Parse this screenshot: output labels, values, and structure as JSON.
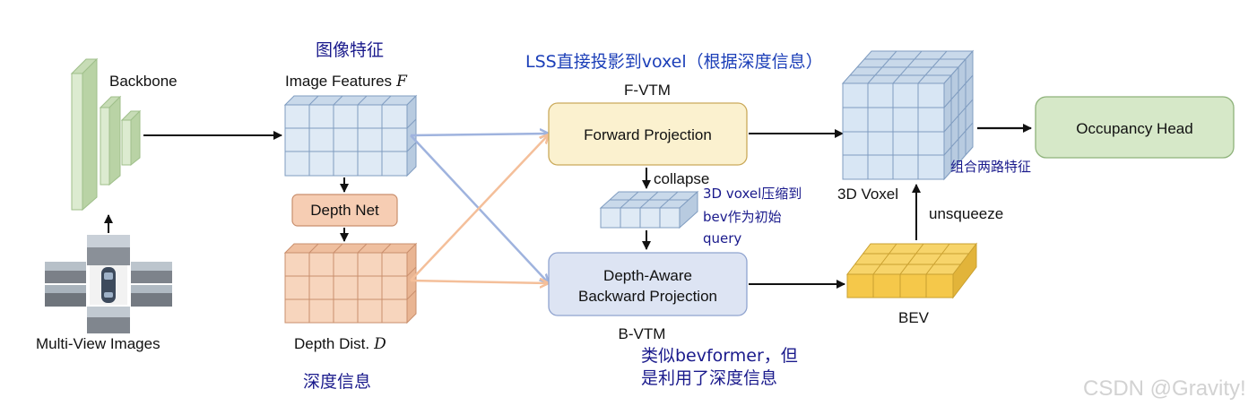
{
  "labels": {
    "backbone": "Backbone",
    "multi_view_images": "Multi-View Images",
    "image_features_zh": "图像特征",
    "image_features": "Image Features",
    "image_features_symbol": "F",
    "depth_net": "Depth Net",
    "depth_dist": "Depth Dist.",
    "depth_dist_symbol": "D",
    "depth_info_zh": "深度信息",
    "lss_note": "LSS直接投影到voxel（根据深度信息）",
    "f_vtm": "F-VTM",
    "forward_projection": "Forward Projection",
    "collapse": "collapse",
    "collapse_note_line1": "3D voxel压缩到",
    "collapse_note_line2": "bev作为初始",
    "collapse_note_line3": "query",
    "depth_aware_line1": "Depth-Aware",
    "depth_aware_line2": "Backward Projection",
    "b_vtm": "B-VTM",
    "bvtm_note_line1": "类似bevformer，但",
    "bvtm_note_line2": "是利用了深度信息",
    "voxel_3d": "3D Voxel",
    "combine_note": "组合两路特征",
    "unsqueeze": "unsqueeze",
    "bev": "BEV",
    "occupancy_head": "Occupancy Head",
    "watermark": "CSDN @Gravity!"
  },
  "colors": {
    "backbone_fill": "#dcebd0",
    "image_feat_fill": "#dfeaf5",
    "depth_net_fill": "#f6cdb3",
    "depth_dist_fill": "#f7d5bd",
    "forward_fill": "#fbf1cf",
    "backward_fill": "#dde4f3",
    "voxel_fill": "#d8e6f4",
    "bev_fill": "#f5c84a",
    "occupancy_fill": "#d6e8c8",
    "blue_line": "#9fb3de",
    "orange_line": "#f4bf9a",
    "arrow": "#111111"
  }
}
